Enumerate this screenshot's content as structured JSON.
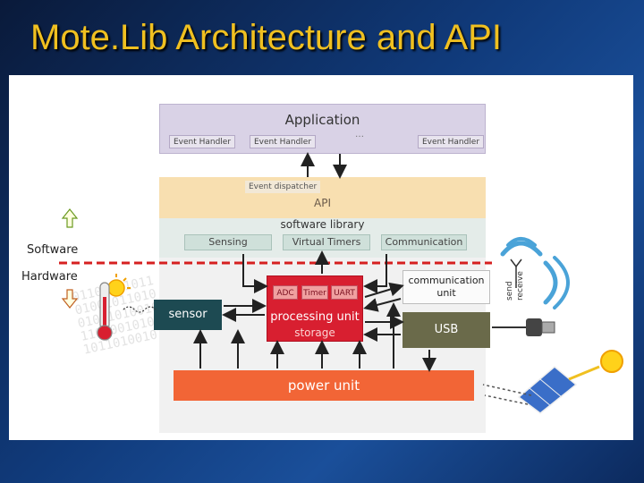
{
  "title": "Mote.Lib Architecture and API",
  "binary_pattern": "0110100101101001011010010110100101101001010010110100101",
  "labels": {
    "application": "Application",
    "event_handler": "Event Handler",
    "ellipsis": "…",
    "event_dispatcher": "Event dispatcher",
    "api": "API",
    "software_library": "software library",
    "sensing": "Sensing",
    "virtual_timers": "Virtual Timers",
    "communication": "Communication",
    "adc": "ADC",
    "timer": "Timer",
    "uart": "UART",
    "processing_unit": "processing unit",
    "storage": "storage",
    "sensor": "sensor",
    "communication_unit_line1": "communication",
    "communication_unit_line2": "unit",
    "usb": "USB",
    "power_unit": "power unit",
    "send": "send",
    "receive": "receive",
    "software": "Software",
    "hardware": "Hardware"
  },
  "colors": {
    "title": "#f0c020",
    "divider": "#d62020",
    "processing": "#d81f30",
    "power": "#f26536",
    "wifi": "#4aa3d8"
  },
  "icons": [
    "thermometer-icon",
    "sun-icon",
    "wifi-icon",
    "antenna-icon",
    "usb-plug-icon",
    "solar-panel-icon",
    "up-arrow-icon",
    "down-arrow-icon"
  ]
}
